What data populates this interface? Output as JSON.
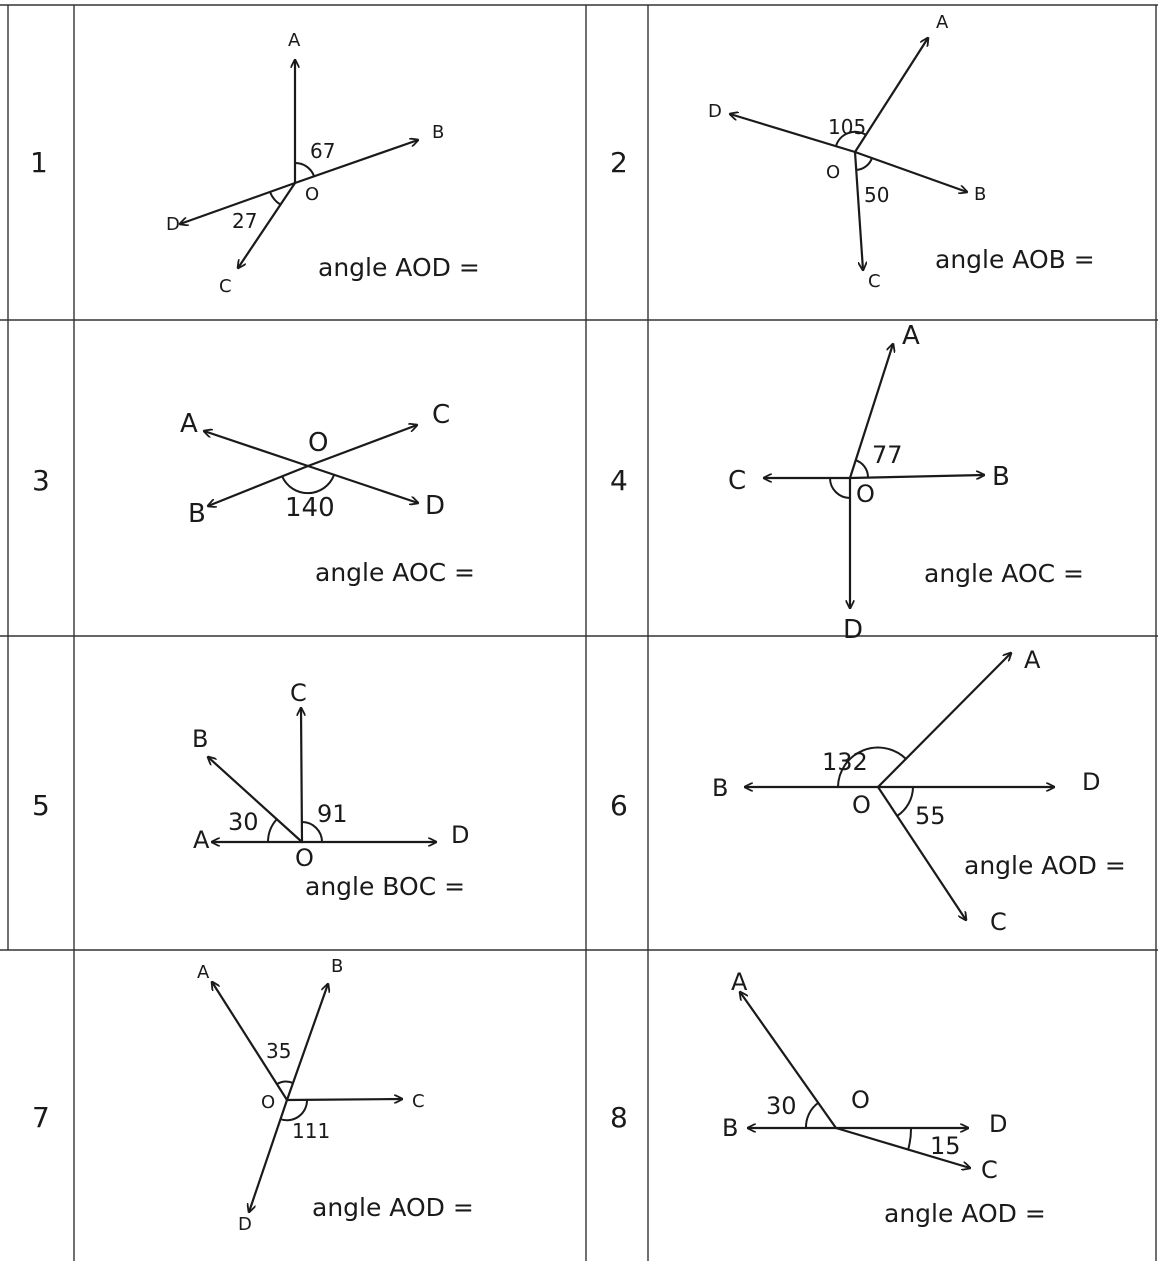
{
  "problems": [
    {
      "number": "1",
      "points": [
        "A",
        "B",
        "O",
        "D",
        "C"
      ],
      "angles": [
        "67",
        "27"
      ],
      "question": "angle AOD ="
    },
    {
      "number": "2",
      "points": [
        "A",
        "D",
        "O",
        "B",
        "C"
      ],
      "angles": [
        "105",
        "50"
      ],
      "question": "angle AOB ="
    },
    {
      "number": "3",
      "points": [
        "A",
        "O",
        "C",
        "B",
        "D"
      ],
      "angles": [
        "140"
      ],
      "question": "angle AOC ="
    },
    {
      "number": "4",
      "points": [
        "A",
        "C",
        "B",
        "O",
        "D"
      ],
      "angles": [
        "77"
      ],
      "question": "angle AOC ="
    },
    {
      "number": "5",
      "points": [
        "C",
        "B",
        "A",
        "O",
        "D"
      ],
      "angles": [
        "30",
        "91"
      ],
      "question": "angle BOC ="
    },
    {
      "number": "6",
      "points": [
        "A",
        "B",
        "D",
        "O",
        "C"
      ],
      "angles": [
        "132",
        "55"
      ],
      "question": "angle AOD ="
    },
    {
      "number": "7",
      "points": [
        "A",
        "B",
        "O",
        "C",
        "D"
      ],
      "angles": [
        "35",
        "111"
      ],
      "question": "angle AOD ="
    },
    {
      "number": "8",
      "points": [
        "A",
        "O",
        "B",
        "D",
        "C"
      ],
      "angles": [
        "30",
        "15"
      ],
      "question": "angle AOD ="
    }
  ]
}
